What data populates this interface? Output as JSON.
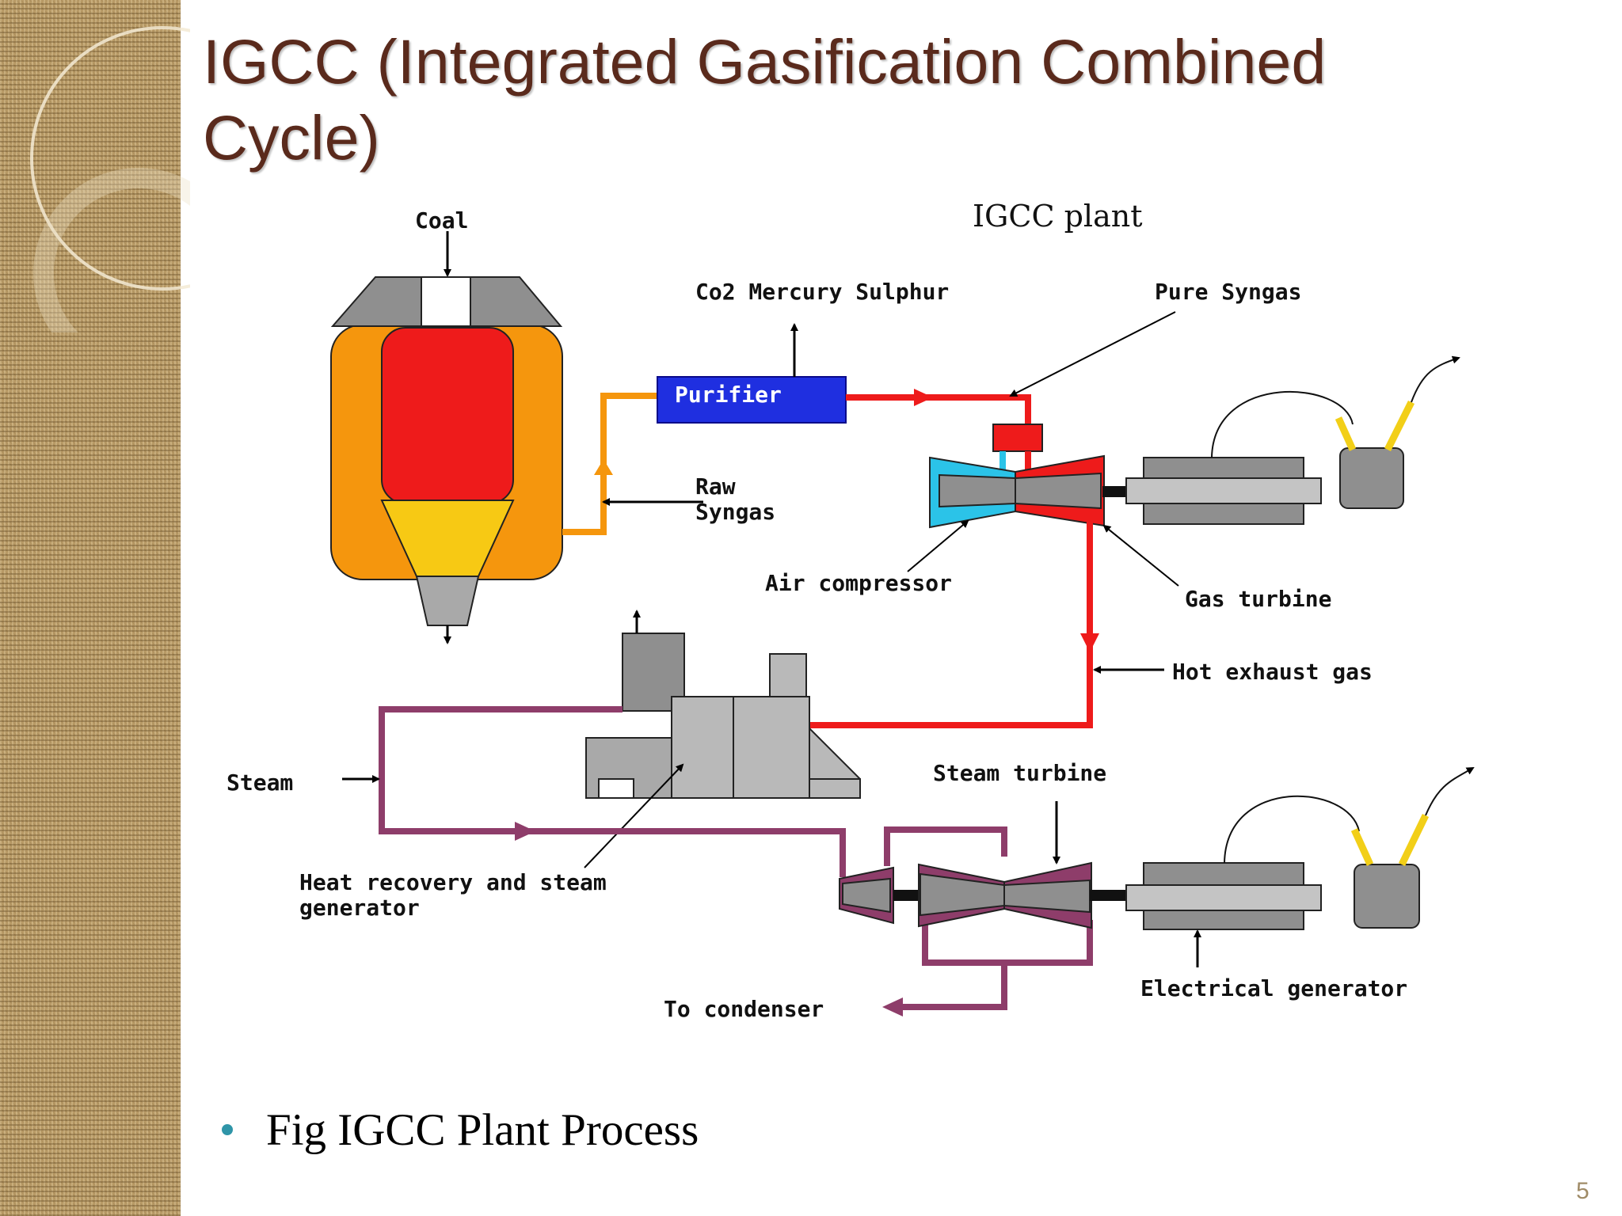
{
  "slide": {
    "title": "IGCC (Integrated Gasification Combined Cycle)",
    "bullet": "Fig IGCC Plant Process",
    "page_number": "5"
  },
  "diagram": {
    "heading": "IGCC plant",
    "labels": {
      "coal": "Coal",
      "purifier": "Purifier",
      "co2_mercury_sulphur": "Co2 Mercury Sulphur",
      "pure_syngas": "Pure Syngas",
      "raw_syngas_line1": "Raw",
      "raw_syngas_line2": "Syngas",
      "air_compressor": "Air compressor",
      "gas_turbine": "Gas turbine",
      "hot_exhaust_gas": "Hot exhaust gas",
      "steam": "Steam",
      "steam_turbine": "Steam turbine",
      "hrsg_line1": "Heat recovery and steam",
      "hrsg_line2": "generator",
      "to_condenser": "To condenser",
      "electrical_generator": "Electrical generator"
    },
    "colors": {
      "gasifier_body": "#f5960d",
      "gasifier_core": "#ee1b1b",
      "gasifier_cone": "#f7c914",
      "purifier": "#1f2fe0",
      "syngas_line": "#ee1b1b",
      "raw_syngas_line": "#f5960d",
      "steam_line": "#8e3d6a",
      "compressor": "#2bc3e8",
      "equipment_gray": "#9a9a9a",
      "power_line": "#f2cf18"
    }
  }
}
